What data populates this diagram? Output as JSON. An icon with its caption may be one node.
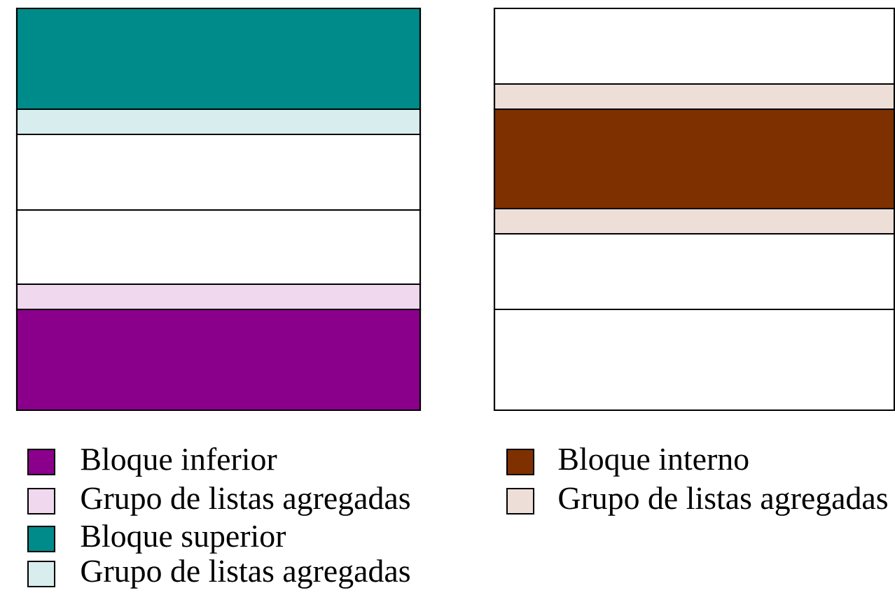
{
  "diagram": {
    "legend": [
      {
        "text": "Bloque inferior",
        "color": "#8b008b"
      },
      {
        "text": "Grupo de listas agregadas",
        "color": "#f0d8ee"
      },
      {
        "text": "Bloque superior",
        "color": "#008b8b"
      },
      {
        "text": "Grupo de listas agregadas",
        "color": "#d8eeee"
      },
      {
        "text": "Bloque interno",
        "color": "#7f3000"
      },
      {
        "text": "Grupo de listas agregadas",
        "color": "#eddfd8"
      }
    ]
  }
}
